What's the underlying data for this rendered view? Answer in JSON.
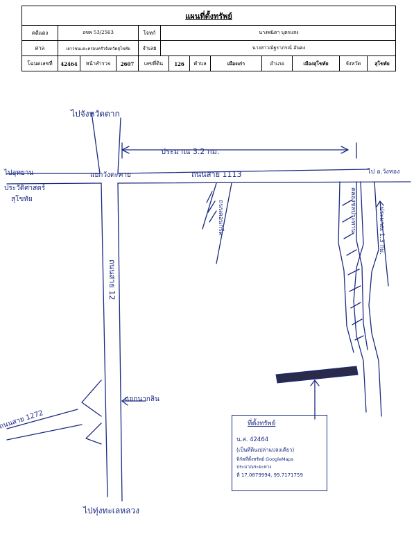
{
  "form": {
    "title": "แผนที่ตั้งทรัพย์",
    "case_label": "คดีแดง",
    "case_value": "อขพ 53/2563",
    "plaintiff_label": "โจทก์",
    "plaintiff_value": "นางพนิดา บุตรแสง",
    "court_label": "ศาล",
    "court_value": "เยาวชนและครอบครัวจังหวัดสุโขทัย",
    "defendant_label": "จำเลย",
    "defendant_value": "นางสาวณัฐราภรณ์ อันคง",
    "deed_label": "โฉนดเลขที่",
    "deed_value": "42464",
    "survey_label": "หน้าสำรวจ",
    "survey_value": "2607",
    "land_label": "เลขที่ดิน",
    "land_value": "126",
    "subdistrict_label": "ตำบล",
    "subdistrict_value": "เมืองเก่า",
    "district_label": "อำเภอ",
    "district_value": "เมืองสุโขทัย",
    "province_label": "จังหวัด",
    "province_value": "สุโขทัย"
  },
  "map": {
    "top_label": "ไปจังหวัดตาก",
    "left_label": "ไปอุทยาน",
    "left_sub1": "ประวัติศาสตร์",
    "left_sub2": "สุโขทัย",
    "distance_top": "ประมาณ 3.2 กม.",
    "junction_label": "แยกวังตะคาย",
    "road_1113": "ถนนสาย 1113",
    "right_label": "ไป อ.วังทอง",
    "distance_right": "ประมาณ 1.3 กม.",
    "canal_label": "คลองชลประทาน",
    "small_road_label": "ถนนคอนกรีต",
    "road_12": "ถนนสาย 12",
    "intersection_label": "แยกนากลิน",
    "road_1272": "ถนนสาย 1272",
    "bottom_label": "ไปทุ่งทะเลหลวง"
  },
  "location": {
    "title": "ที่ตั้งทรัพย์",
    "deed": "น.ส. 42464",
    "note": "(เป็นที่ดินเปล่าแปลงเดียว)",
    "coord_note1": "พิกัดที่ตั้งทรัพย์ GoogleMaps",
    "coord_note2": "ประมาณระยะทาง",
    "coords": "ที่ 17.0879994, 99.7171759"
  }
}
